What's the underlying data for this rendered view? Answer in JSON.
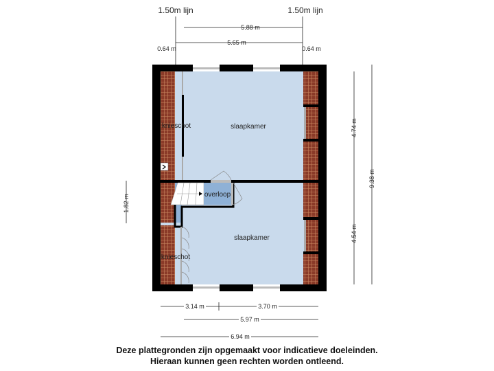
{
  "lines": {
    "left_label": "1.50m lijn",
    "right_label": "1.50m lijn"
  },
  "dimensions": {
    "top_outer": "5.88 m",
    "top_inner": "5.65 m",
    "top_left": "0.64 m",
    "top_right": "0.64 m",
    "right_upper": "4.74 m",
    "right_lower": "4.54 m",
    "right_total": "9.38 m",
    "left_stair": "1.82 m",
    "bottom_left": "3.14 m",
    "bottom_right": "3.70 m",
    "bottom_mid": "5.97 m",
    "bottom_total": "6.94 m"
  },
  "rooms": {
    "upper_bedroom": "slaapkamer",
    "lower_bedroom": "slaapkamer",
    "landing": "overloop",
    "upper_kneewall": "knieschot",
    "lower_kneewall": "knieschot"
  },
  "colors": {
    "room": "#c9daec",
    "landing": "#8fb1d6",
    "roof_tile": "#8a3a28",
    "wall": "#000000"
  },
  "disclaimer": {
    "line1": "Deze plattegronden zijn opgemaakt voor indicatieve doeleinden.",
    "line2": "Hieraan kunnen geen rechten worden ontleend."
  }
}
